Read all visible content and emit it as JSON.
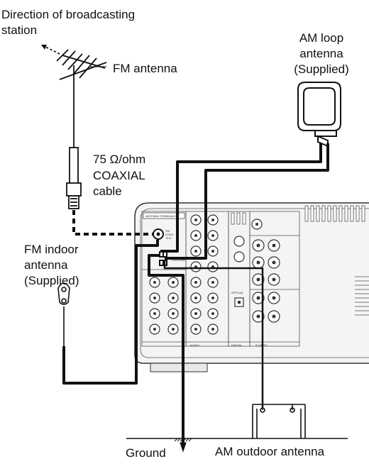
{
  "labels": {
    "direction_line1": "Direction of broadcasting",
    "direction_line2": "station",
    "fm_antenna": "FM antenna",
    "coax_line1": "75 Ω/ohm",
    "coax_line2": "COAXIAL",
    "coax_line3": "cable",
    "am_loop_line1": "AM loop",
    "am_loop_line2": "antenna",
    "am_loop_line3": "(Supplied)",
    "fm_indoor_line1": "FM indoor",
    "fm_indoor_line2": "antenna",
    "fm_indoor_line3": "(Supplied)",
    "ground": "Ground",
    "am_outdoor": "AM outdoor antenna"
  },
  "panel_text": {
    "antenna_terminals": "ANTENNA TERMINALS",
    "fm_coax_1": "FM",
    "fm_coax_2": "COAX.",
    "fm_coax_3": "75 Ω",
    "loop_ant": "LOOP ANT.",
    "optical": "OPTICAL",
    "digital": "DIGITAL",
    "audio": "AUDIO",
    "s_video": "S-VIDEO"
  }
}
